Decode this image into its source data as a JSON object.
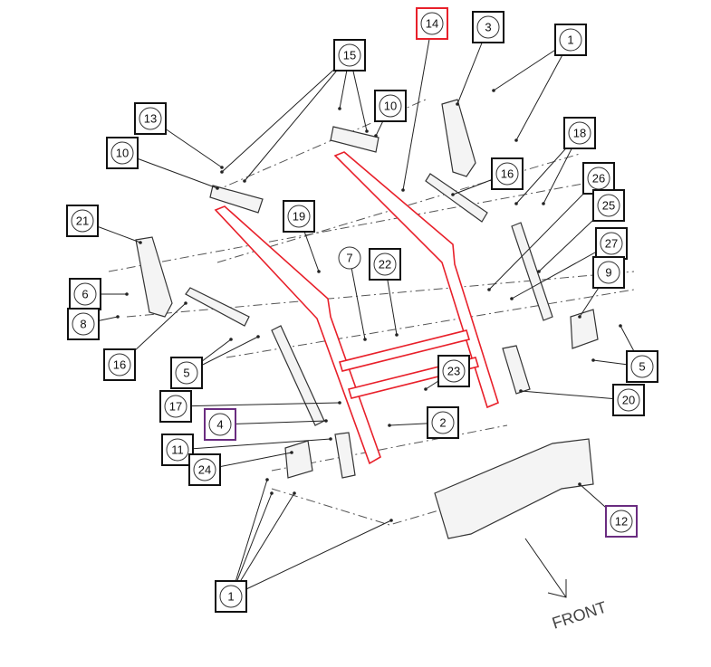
{
  "diagram": {
    "callouts": [
      {
        "id": "c14",
        "label": "14",
        "color": "#e8202a"
      },
      {
        "id": "c3",
        "label": "3"
      },
      {
        "id": "c1a",
        "label": "1"
      },
      {
        "id": "c15",
        "label": "15"
      },
      {
        "id": "c13",
        "label": "13"
      },
      {
        "id": "c10a",
        "label": "10"
      },
      {
        "id": "c10b",
        "label": "10"
      },
      {
        "id": "c18",
        "label": "18"
      },
      {
        "id": "c16a",
        "label": "16"
      },
      {
        "id": "c26",
        "label": "26"
      },
      {
        "id": "c25",
        "label": "25"
      },
      {
        "id": "c21",
        "label": "21"
      },
      {
        "id": "c19",
        "label": "19"
      },
      {
        "id": "c7",
        "label": "7",
        "nobox": true
      },
      {
        "id": "c22",
        "label": "22"
      },
      {
        "id": "c27",
        "label": "27"
      },
      {
        "id": "c9",
        "label": "9"
      },
      {
        "id": "c6",
        "label": "6"
      },
      {
        "id": "c8",
        "label": "8"
      },
      {
        "id": "c16b",
        "label": "16"
      },
      {
        "id": "c5a",
        "label": "5"
      },
      {
        "id": "c5b",
        "label": "5"
      },
      {
        "id": "c23",
        "label": "23"
      },
      {
        "id": "c17",
        "label": "17"
      },
      {
        "id": "c20",
        "label": "20"
      },
      {
        "id": "c4",
        "label": "4",
        "color": "#6a2c80"
      },
      {
        "id": "c2",
        "label": "2"
      },
      {
        "id": "c11",
        "label": "11"
      },
      {
        "id": "c24",
        "label": "24"
      },
      {
        "id": "c12",
        "label": "12",
        "color": "#6a2c80"
      },
      {
        "id": "c1b",
        "label": "1"
      }
    ],
    "front_label": "FRONT"
  }
}
